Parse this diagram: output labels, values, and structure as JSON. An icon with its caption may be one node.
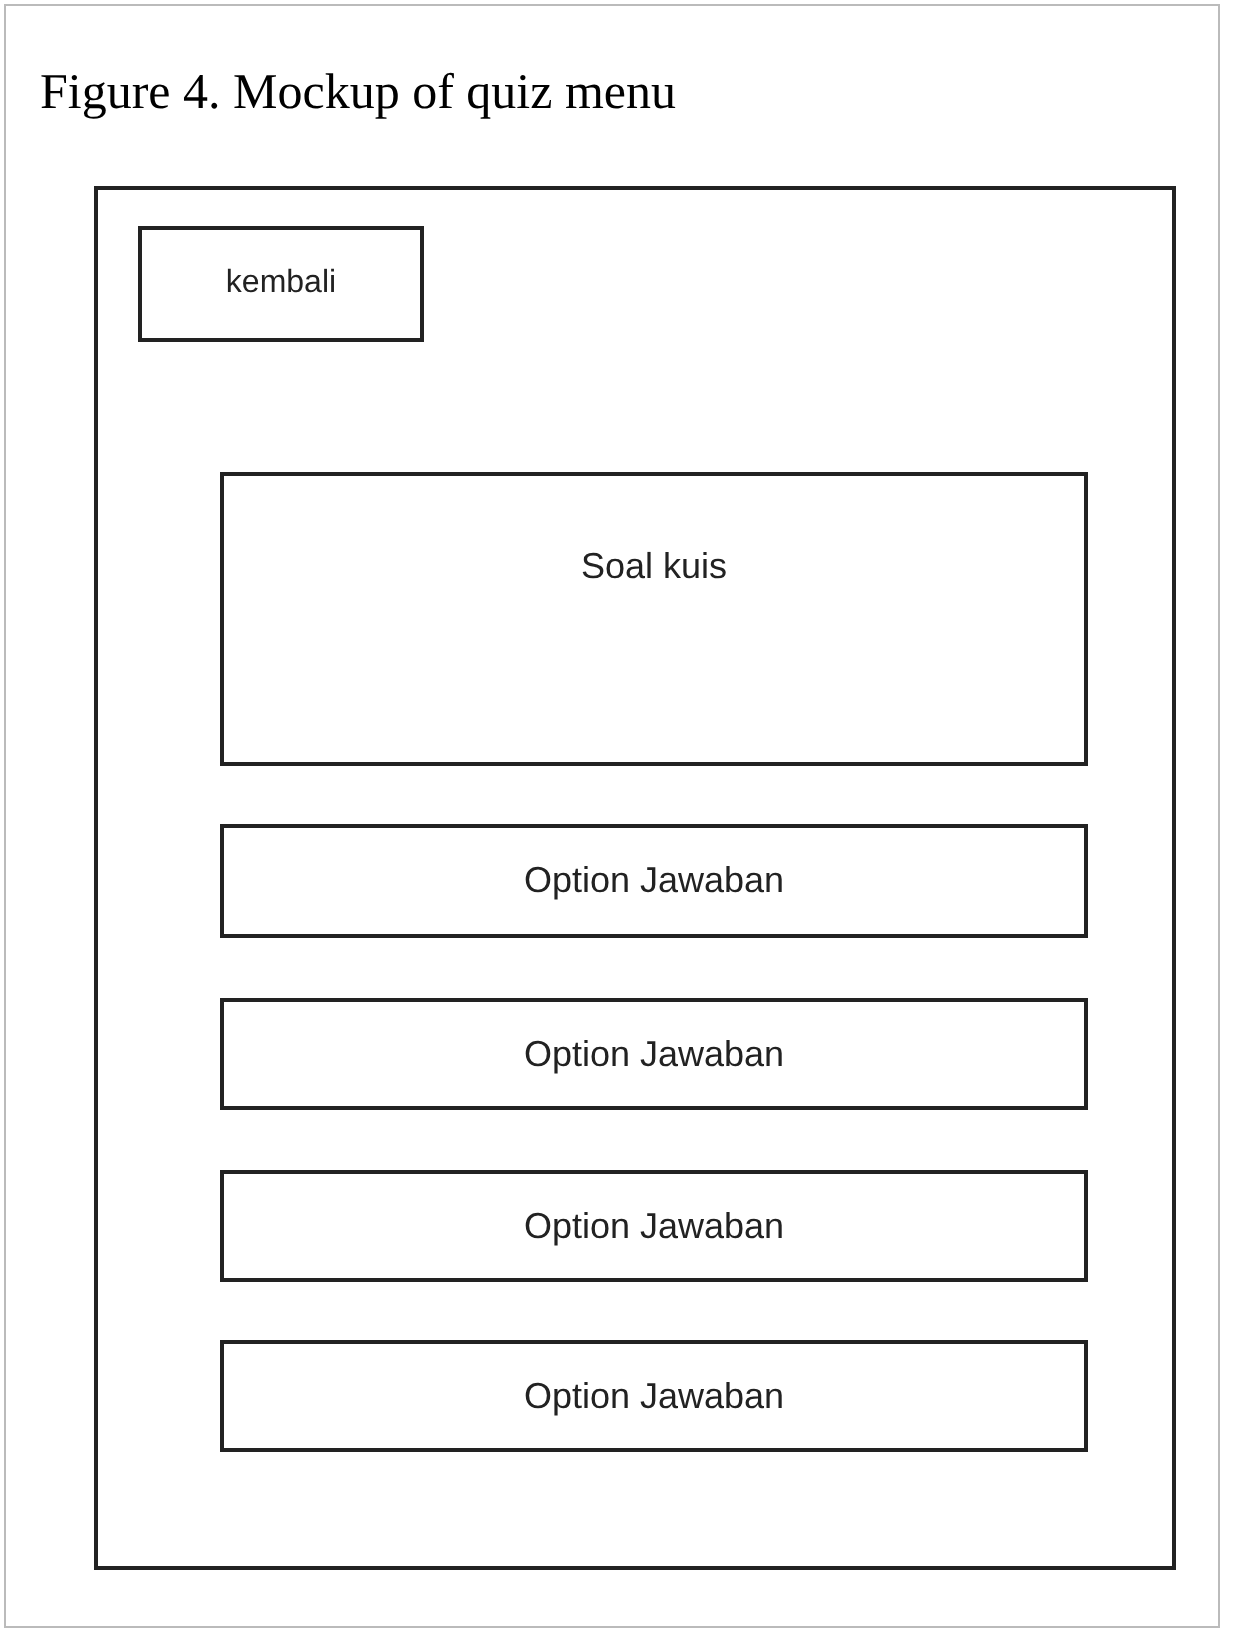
{
  "diagram": {
    "title": "Figure 4. Mockup of quiz menu",
    "nodes": [
      {
        "text": [],
        "shape": "box"
      },
      {
        "text": [
          "kembali"
        ],
        "in": 0
      },
      {
        "text": [
          "Soal kuis"
        ],
        "in": 0
      },
      {
        "text": [
          "Option Jawaban"
        ],
        "in": 0
      },
      {
        "text": [
          "Option Jawaban"
        ],
        "in": 0
      },
      {
        "text": [
          "Option Jawaban"
        ],
        "in": 0
      },
      {
        "text": [
          "Option Jawaban"
        ],
        "in": 0
      }
    ]
  }
}
